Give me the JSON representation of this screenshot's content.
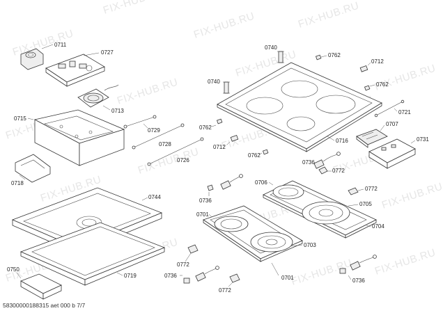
{
  "watermark": "FIX-HUB.RU",
  "footer": "58300000188315 aet 000 b 7/7",
  "labels": {
    "l0711": "0711",
    "l0727": "0727",
    "l0713": "0713",
    "l0715": "0715",
    "l0729": "0729",
    "l0728": "0728",
    "l0726": "0726",
    "l0718": "0718",
    "l0744": "0744",
    "l0750": "0750",
    "l0719": "0719",
    "l0740a": "0740",
    "l0740b": "0740",
    "l0762a": "0762",
    "l0762b": "0762",
    "l0762c": "0762",
    "l0762d": "0762",
    "l0712a": "0712",
    "l0712b": "0712",
    "l0721": "0721",
    "l0707": "0707",
    "l0731": "0731",
    "l0716": "0716",
    "l0736a": "0736",
    "l0736b": "0736",
    "l0736c": "0736",
    "l0736d": "0736",
    "l0772a": "0772",
    "l0772b": "0772",
    "l0772c": "0772",
    "l0772d": "0772",
    "l0706": "0706",
    "l0705": "0705",
    "l0704": "0704",
    "l0701a": "0701",
    "l0701b": "0701",
    "l0703": "0703"
  }
}
